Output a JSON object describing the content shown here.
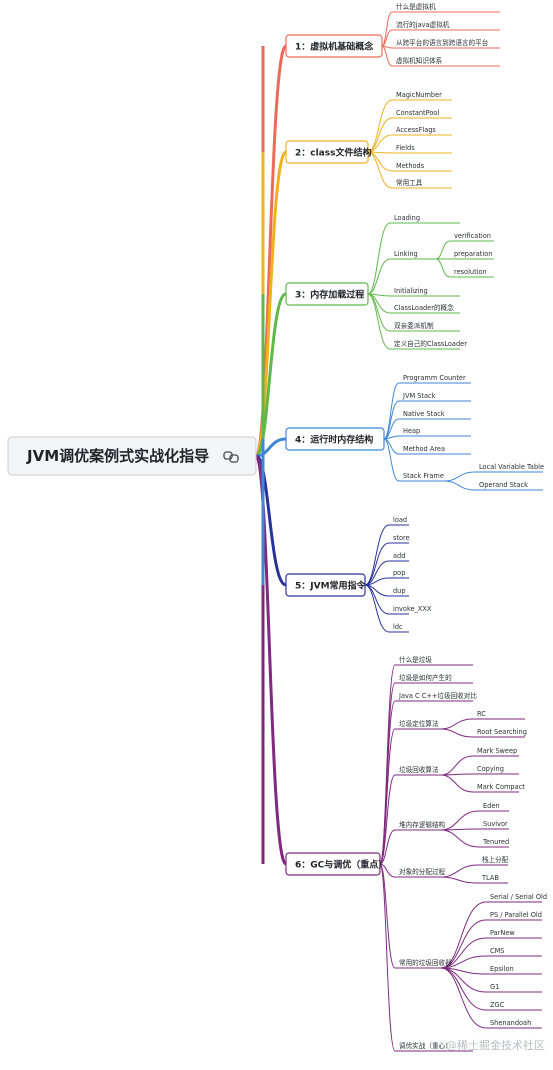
{
  "root": {
    "title": "JVM调优案例式实战化指导",
    "link_icon": "link-icon"
  },
  "watermark": "@稀土掘金技术社区",
  "branches": [
    {
      "label": "1：虚拟机基础概念",
      "color": "#ec6b58",
      "children": [
        {
          "label": "什么是虚拟机"
        },
        {
          "label": "流行的java虚拟机"
        },
        {
          "label": "从跨平台的语言到跨语言的平台"
        },
        {
          "label": "虚拟机知识体系"
        }
      ]
    },
    {
      "label": "2：class文件结构",
      "color": "#efb11f",
      "children": [
        {
          "label": "MagicNumber"
        },
        {
          "label": "ConstantPool"
        },
        {
          "label": "AccessFlags"
        },
        {
          "label": "Fields"
        },
        {
          "label": "Methods"
        },
        {
          "label": "常用工具"
        }
      ]
    },
    {
      "label": "3：内存加载过程",
      "color": "#5fb848",
      "children": [
        {
          "label": "Loading"
        },
        {
          "label": "Linking",
          "children": [
            {
              "label": "verification"
            },
            {
              "label": "preparation"
            },
            {
              "label": "resolution"
            }
          ]
        },
        {
          "label": "Initializing"
        },
        {
          "label": "ClassLoader的概念"
        },
        {
          "label": "双亲委派机制"
        },
        {
          "label": "定义自己的ClassLoader"
        }
      ]
    },
    {
      "label": "4：运行时内存结构",
      "color": "#3f86d6",
      "children": [
        {
          "label": "Programm Counter"
        },
        {
          "label": "JVM Stack"
        },
        {
          "label": "Native Stack"
        },
        {
          "label": "Heap"
        },
        {
          "label": "Method Area"
        },
        {
          "label": "Stack Frame",
          "children": [
            {
              "label": "Local Variable Table"
            },
            {
              "label": "Operand Stack"
            }
          ]
        }
      ]
    },
    {
      "label": "5：JVM常用指令",
      "color": "#28329a",
      "children": [
        {
          "label": "load"
        },
        {
          "label": "store"
        },
        {
          "label": "add"
        },
        {
          "label": "pop"
        },
        {
          "label": "dup"
        },
        {
          "label": "invoke_XXX"
        },
        {
          "label": "ldc"
        }
      ]
    },
    {
      "label": "6：GC与调优（重点）",
      "color": "#7f2a7e",
      "children": [
        {
          "label": "什么是垃圾"
        },
        {
          "label": "垃圾是如何产生的"
        },
        {
          "label": "Java C C++垃圾回收对比"
        },
        {
          "label": "垃圾定位算法",
          "children": [
            {
              "label": "RC"
            },
            {
              "label": "Root Searching"
            }
          ]
        },
        {
          "label": "垃圾回收算法",
          "children": [
            {
              "label": "Mark Sweep"
            },
            {
              "label": "Copying"
            },
            {
              "label": "Mark Compact"
            }
          ]
        },
        {
          "label": "堆内存逻辑结构",
          "children": [
            {
              "label": "Eden"
            },
            {
              "label": "Suvivor"
            },
            {
              "label": "Tenured"
            }
          ]
        },
        {
          "label": "对象的分配过程",
          "children": [
            {
              "label": "栈上分配"
            },
            {
              "label": "TLAB"
            }
          ]
        },
        {
          "label": "常用的垃圾回收器",
          "children": [
            {
              "label": "Serial / Serial Old"
            },
            {
              "label": "PS / Parallel Old"
            },
            {
              "label": "ParNew"
            },
            {
              "label": "CMS"
            },
            {
              "label": "Epsilon"
            },
            {
              "label": "G1"
            },
            {
              "label": "ZGC"
            },
            {
              "label": "Shenandoah"
            }
          ]
        },
        {
          "label": "调优实战（重心）"
        }
      ]
    }
  ]
}
